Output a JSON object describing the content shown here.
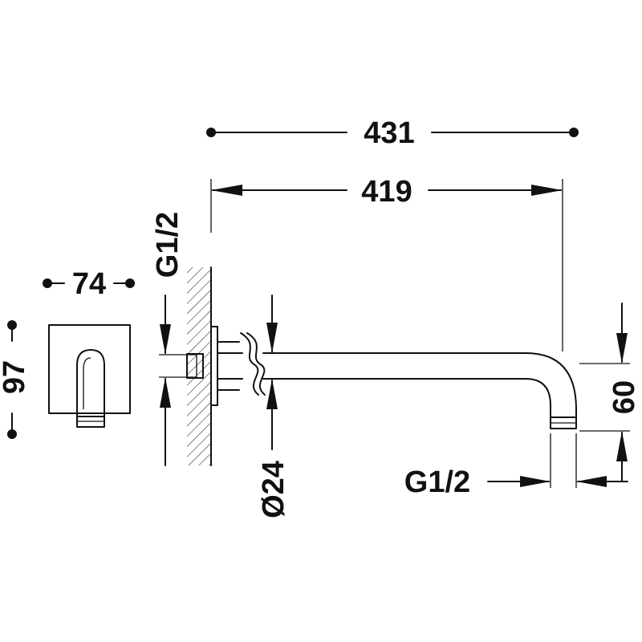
{
  "drawing": {
    "dimensions": {
      "overall_length": "431",
      "arm_length": "419",
      "wall_connection": "G1/2",
      "plate_width": "74",
      "plate_height": "97",
      "pipe_diameter": "Ø24",
      "outlet_drop": "60",
      "outlet_connection": "G1/2"
    }
  }
}
